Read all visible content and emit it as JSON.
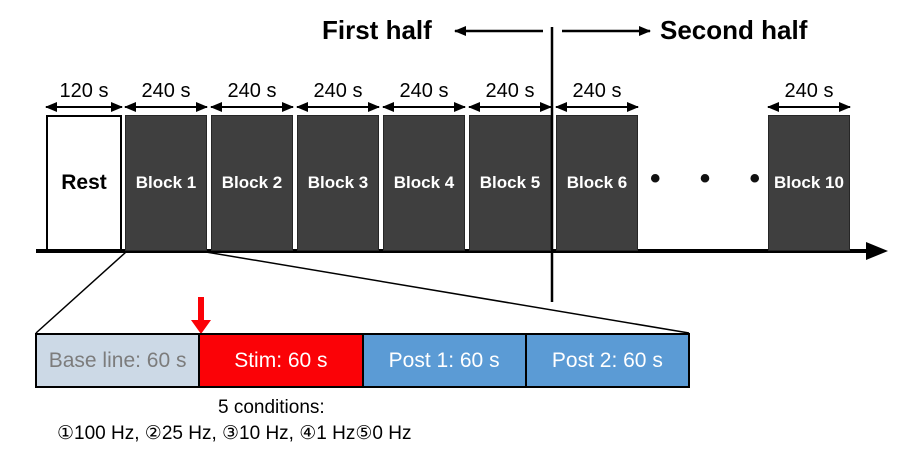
{
  "header": {
    "first_half_label": "First half",
    "second_half_label": "Second half"
  },
  "timeline": {
    "rest": {
      "label": "Rest",
      "duration": "120 s"
    },
    "blocks": [
      {
        "label": "Block 1",
        "duration": "240 s"
      },
      {
        "label": "Block 2",
        "duration": "240 s"
      },
      {
        "label": "Block 3",
        "duration": "240 s"
      },
      {
        "label": "Block 4",
        "duration": "240 s"
      },
      {
        "label": "Block 5",
        "duration": "240 s"
      },
      {
        "label": "Block 6",
        "duration": "240 s"
      },
      {
        "label": "Block 10",
        "duration": "240 s"
      }
    ],
    "ellipsis": "•"
  },
  "detail": {
    "segments": [
      {
        "label": "Base line: 60 s",
        "fill": "#ccd9e6",
        "text_color": "#7c7c7c"
      },
      {
        "label": "Stim: 60 s",
        "fill": "#fb0207",
        "text_color": "#ffffff"
      },
      {
        "label": "Post 1: 60 s",
        "fill": "#5b9bd5",
        "text_color": "#ffffff"
      },
      {
        "label": "Post 2: 60 s",
        "fill": "#5b9bd5",
        "text_color": "#ffffff"
      }
    ],
    "conditions_heading": "5 conditions:",
    "conditions_list": "①100 Hz, ②25 Hz, ③10 Hz, ④1 Hz⑤0 Hz"
  },
  "colors": {
    "block_fill": "#3f3f3f",
    "block_text": "#ffffff",
    "stim_red": "#fb0207",
    "post_blue": "#5b9bd5",
    "baseline_fill": "#ccd9e6"
  }
}
